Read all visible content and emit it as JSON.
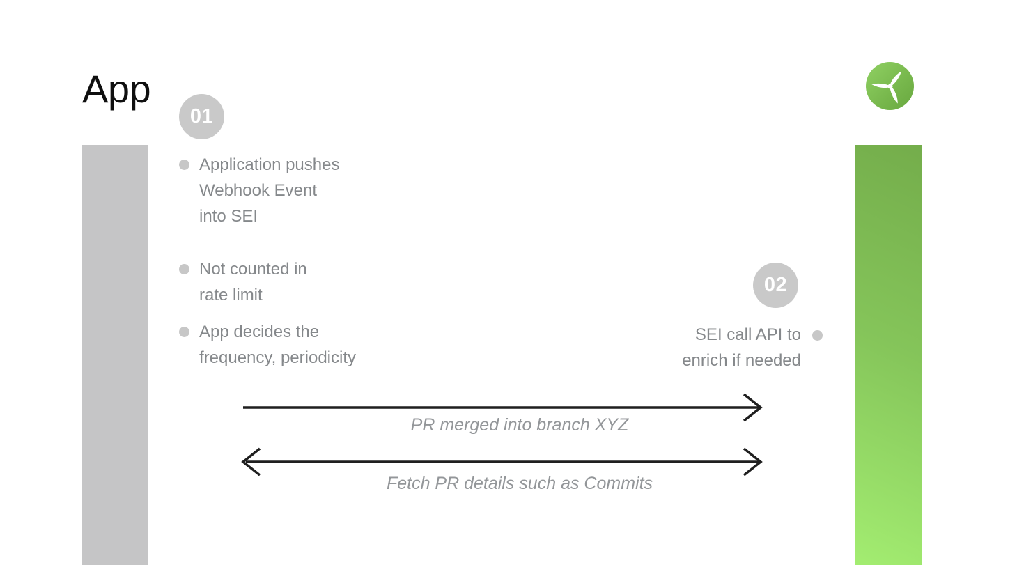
{
  "diagram": {
    "app_label": "App",
    "logo_icon": "propeller-icon"
  },
  "steps": [
    {
      "number": "01"
    },
    {
      "number": "02"
    }
  ],
  "left_notes": [
    {
      "text": "Application pushes\nWebhook Event\ninto SEI"
    },
    {
      "text": "Not counted in\nrate limit"
    },
    {
      "text": "App decides the\nfrequency, periodicity"
    }
  ],
  "right_note": {
    "text": "SEI call API to\nenrich if needed"
  },
  "arrows": [
    {
      "label": "PR merged into branch XYZ",
      "direction": "right"
    },
    {
      "label": "Fetch PR details such as Commits",
      "direction": "both"
    }
  ],
  "colors": {
    "lane_gray": "#c5c5c6",
    "lane_green_top": "#74ad4b",
    "lane_green_bottom": "#a3ed71",
    "badge_gray": "#c9c9c9",
    "note_text": "#85888b",
    "label_text": "#939699",
    "arrow": "#1f1f1f",
    "dot": "#c7c7c7",
    "title_text": "#0f0f0f",
    "logo_green_light": "#90d163",
    "logo_green_dark": "#68a83f"
  }
}
